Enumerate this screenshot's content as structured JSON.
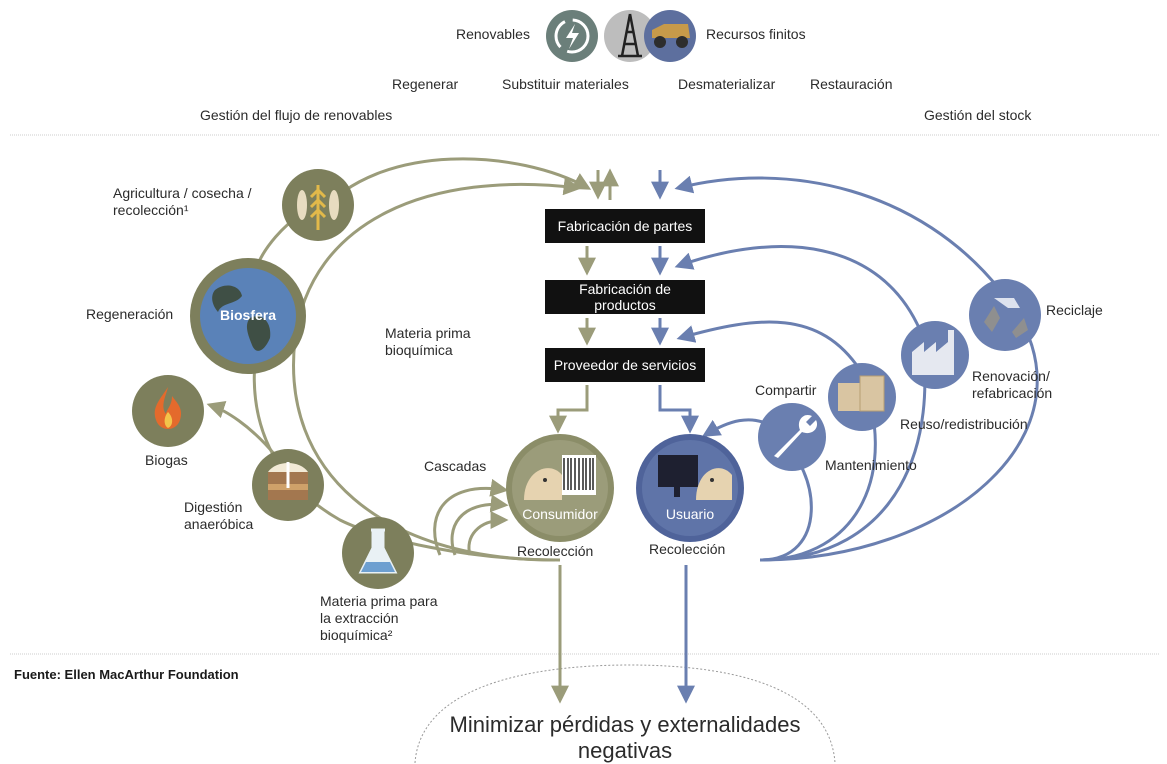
{
  "legend": {
    "renewables": "Renovables",
    "finite": "Recursos finitos"
  },
  "strategies": [
    "Regenerar",
    "Substituir materiales",
    "Desmaterializar",
    "Restauración"
  ],
  "sections": {
    "left": "Gestión del flujo de renovables",
    "right": "Gestión del stock"
  },
  "center": {
    "parts": "Fabricación de partes",
    "products": "Fabricación de productos",
    "services": "Proveedor de servicios"
  },
  "biological": {
    "agriculture": "Agricultura / cosecha / recolección¹",
    "regeneration": "Regeneración",
    "biosphere": "Biosfera",
    "biogas": "Biogas",
    "digestion": "Digestión anaeróbica",
    "feedstock": "Materia prima para la extracción bioquímica²",
    "raw_material": "Materia prima bioquímica",
    "cascades": "Cascadas",
    "consumer": "Consumidor",
    "collection": "Recolección"
  },
  "technical": {
    "recycling": "Reciclaje",
    "refurbish": "Renovación/ refabricación",
    "reuse": "Reuso/redistribución",
    "share": "Compartir",
    "maintenance": "Mantenimiento",
    "user": "Usuario",
    "collection": "Recolección"
  },
  "source": "Fuente: Ellen MacArthur Foundation",
  "footer": "Minimizar pérdidas y externalidades negativas",
  "colors": {
    "green": "#9b9c7a",
    "green_dark": "#7d7f5c",
    "blue": "#6a7fb0",
    "blue_dark": "#4f639a",
    "grey": "#bdbdbd"
  }
}
